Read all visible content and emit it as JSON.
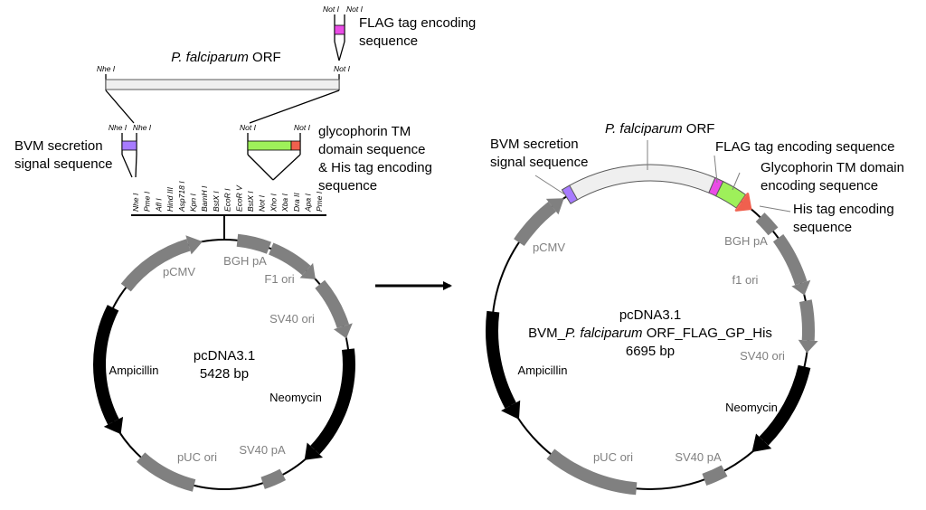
{
  "colors": {
    "feature_gray": "#808080",
    "outline": "#595959",
    "orf_fill": "#efefef",
    "bvm_signal": "#a77bff",
    "flag_tag": "#ea4ce6",
    "glycophorin": "#9ef05a",
    "his_tag": "#f0604e",
    "background": "#ffffff"
  },
  "top": {
    "flag_sites": [
      "Not I",
      "Not I"
    ],
    "flag_label": [
      "FLAG tag encoding",
      "sequence"
    ],
    "orf_prefix": "P. falciparum",
    "orf_suffix": " ORF",
    "orf_left_site": "Nhe I",
    "orf_right_site": "Not I",
    "bvm_sites": [
      "Nhe I",
      "Nhe I"
    ],
    "bvm_label": [
      "BVM secretion",
      "signal sequence"
    ],
    "gp_sites": [
      "Not I",
      "Not I"
    ],
    "gp_label": [
      "glycophorin TM",
      "domain sequence",
      "& His tag encoding",
      "sequence"
    ]
  },
  "mcs": {
    "sites": [
      "Nhe I",
      "Pme I",
      "Afl I",
      "Hind III",
      "Asp718 I",
      "Kpn I",
      "BamH I",
      "BstX I",
      "EcoR I",
      "EcoR V",
      "BstX I",
      "Not I",
      "Xho I",
      "Xba I",
      "Dra II",
      "Apa I",
      "Pme I"
    ]
  },
  "left_plasmid": {
    "name": "pcDNA3.1",
    "size": "5428 bp",
    "features": {
      "pcmv": "pCMV",
      "bgh": "BGH pA",
      "f1": "F1 ori",
      "sv40ori": "SV40 ori",
      "neo": "Neomycin",
      "sv40pa": "SV40 pA",
      "puc": "pUC ori",
      "amp": "Ampicillin"
    }
  },
  "right_plasmid": {
    "name": "pcDNA3.1",
    "construct_prefix": "BVM_",
    "construct_italic": "P. falciparum",
    "construct_suffix": " ORF_FLAG_GP_His",
    "size": "6695 bp",
    "callouts": {
      "bvm": [
        "BVM secretion",
        "signal sequence"
      ],
      "orf_italic": "P. falciparum",
      "orf_suffix": " ORF",
      "flag": "FLAG tag encoding sequence",
      "gp": [
        "Glycophorin TM domain",
        "encoding sequence"
      ],
      "his": [
        "His tag encoding",
        "sequence"
      ]
    },
    "features": {
      "pcmv": "pCMV",
      "bgh": "BGH pA",
      "f1": "f1 ori",
      "sv40ori": "SV40 ori",
      "neo": "Neomycin",
      "sv40pa": "SV40 pA",
      "puc": "pUC ori",
      "amp": "Ampicillin"
    }
  }
}
